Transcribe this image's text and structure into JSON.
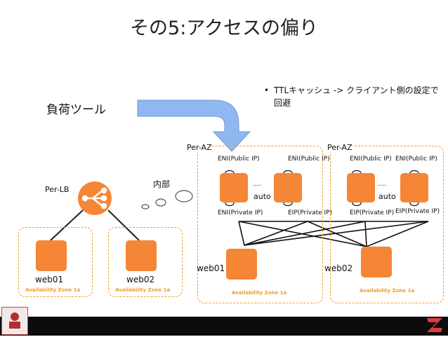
{
  "slide": {
    "title": "その5:アクセスの偏り",
    "bullet": "TTLキャッシュ -> クライアント側の設定で回避",
    "load_tool_label": "負荷ツール",
    "internal_label": "内部"
  },
  "diagram": {
    "per_lb": "Per-LB",
    "per_az": "Per-AZ",
    "web01": "web01",
    "web02": "web02",
    "availability_zone": "Availability Zone 1a",
    "eni_public": "ENI(Public IP)",
    "eni_private": "ENI(Private IP)",
    "eip_private": "EIP(Private IP)",
    "dots": "….",
    "auto": "auto"
  },
  "colors": {
    "orange": "#f58636",
    "zone_border": "#f39c2b",
    "arrow_fill": "#8fb8f0"
  }
}
